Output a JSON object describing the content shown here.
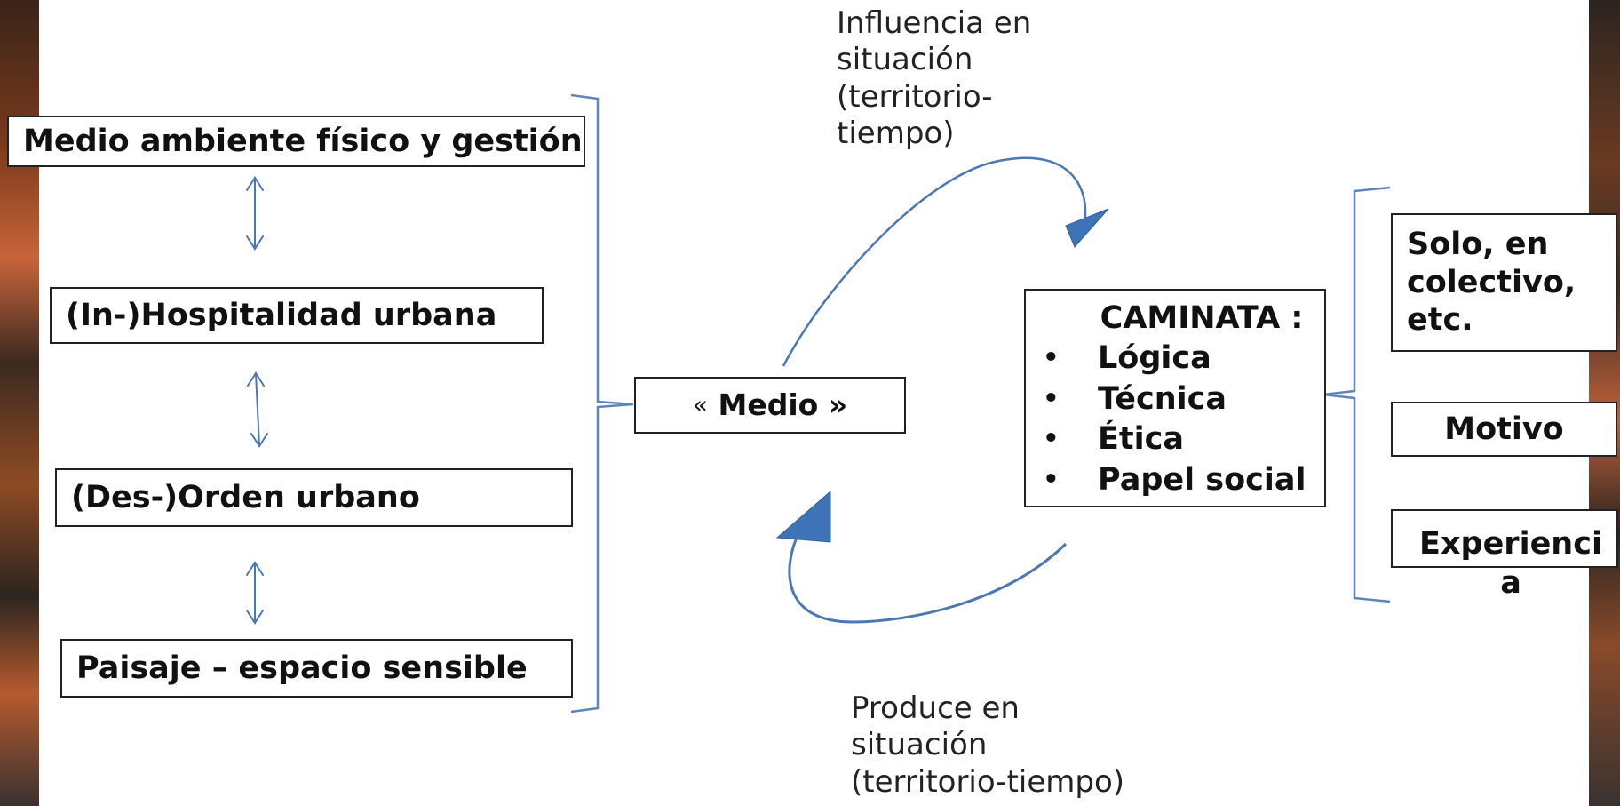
{
  "left_column": {
    "items": [
      "Medio ambiente físico y gestión",
      "(In-)Hospitalidad urbana",
      "(Des-)Orden urbano",
      "Paisaje – espacio sensible"
    ]
  },
  "center": {
    "open_quote": "«",
    "label": "Medio »"
  },
  "notes": {
    "top": "Influencia en\nsituación\n(territorio-\ntiempo)",
    "bottom": "Produce en\nsituación\n(territorio-tiempo)"
  },
  "caminata": {
    "title": "CAMINATA :",
    "bullet_symbol": "•",
    "items": [
      "Lógica",
      "Técnica",
      "Ética",
      "Papel social"
    ]
  },
  "right_column": {
    "items": [
      "Solo, en colectivo, etc.",
      "Motivo",
      "Experiencia"
    ]
  },
  "colors": {
    "bracket": "#5b86bd",
    "arrow": "#4a78b4",
    "arrowhead": "#3e73b8"
  }
}
